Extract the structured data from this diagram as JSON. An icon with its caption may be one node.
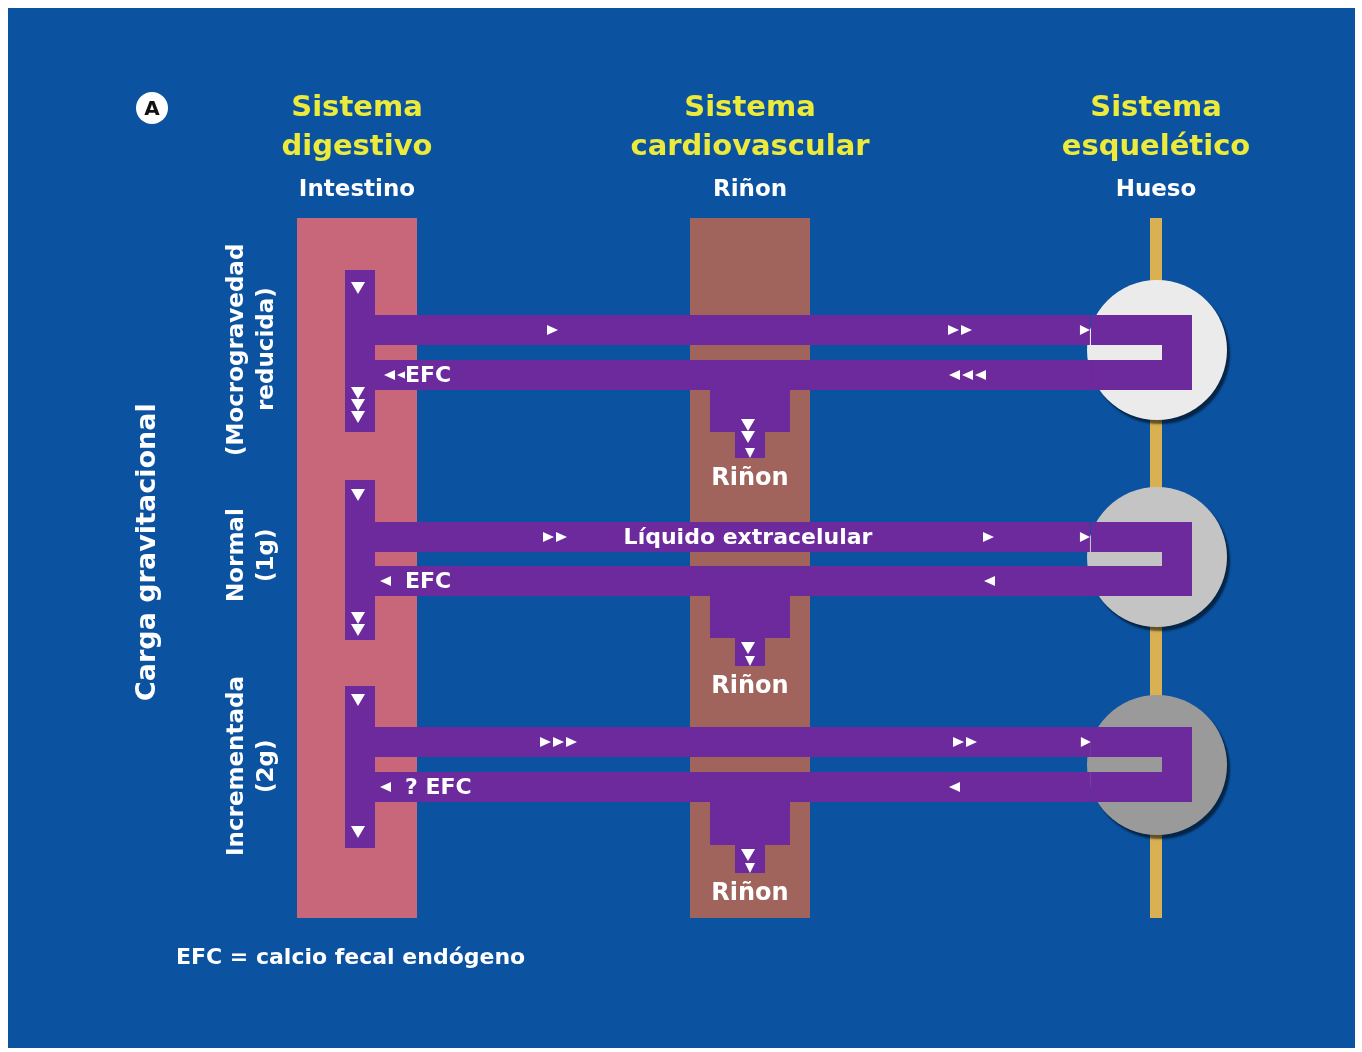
{
  "diagram": {
    "nodes": [
      {
        "text": [
          "Sistema digestivo",
          "Intestino"
        ]
      },
      {
        "text": [
          "Sistema cardiovascular",
          "Riñon"
        ]
      },
      {
        "text": [
          "Sistema esquelético",
          "Hueso"
        ]
      },
      {
        "text": [],
        "shape": "circle"
      },
      {
        "text": [],
        "shape": "circle"
      },
      {
        "text": [],
        "shape": "circle"
      },
      {
        "text": [
          "Riñon"
        ],
        "in": 1
      },
      {
        "text": [
          "Riñon"
        ],
        "in": 1
      },
      {
        "text": [
          "Riñon"
        ],
        "in": 1
      }
    ],
    "edges": [
      {
        "from": 0,
        "to": 3,
        "arrow": "to"
      },
      {
        "from": 3,
        "to": 0,
        "arrow": "to",
        "label": "EFC"
      },
      {
        "from": 3,
        "to": 6,
        "arrow": "to"
      },
      {
        "from": 0,
        "to": 4,
        "arrow": "to",
        "label": "Líquido extracelular"
      },
      {
        "from": 4,
        "to": 0,
        "arrow": "to",
        "label": "EFC"
      },
      {
        "from": 4,
        "to": 7,
        "arrow": "to"
      },
      {
        "from": 0,
        "to": 5,
        "arrow": "to"
      },
      {
        "from": 5,
        "to": 0,
        "arrow": "to",
        "label": "? EFC"
      },
      {
        "from": 5,
        "to": 8,
        "arrow": "to"
      }
    ],
    "labels": [
      "A",
      "Carga gravitacional",
      "(Mocrogravedad reducida)",
      "Normal (1g)",
      "Incrementada (2g)",
      "EFC = calcio fecal endógeno"
    ]
  }
}
